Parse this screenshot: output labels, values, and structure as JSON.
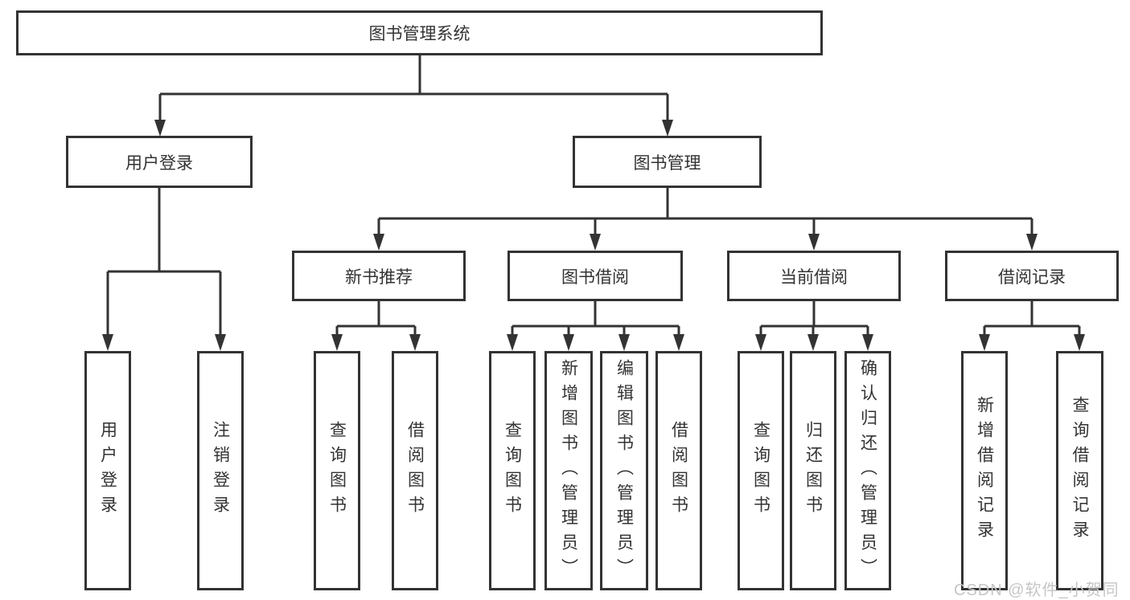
{
  "nodes": {
    "root": "图书管理系统",
    "user_login": "用户登录",
    "book_management": "图书管理",
    "new_book_recommend": "新书推荐",
    "book_borrow": "图书借阅",
    "current_borrow": "当前借阅",
    "borrow_record": "借阅记录",
    "ul_user_login": "用户登录",
    "ul_logout": "注销登录",
    "nb_query_book": "查询图书",
    "nb_borrow_book": "借阅图书",
    "bb_query_book": "查询图书",
    "bb_add_book": "新增图书（管理员）",
    "bb_edit_book": "编辑图书（管理员）",
    "bb_borrow_book": "借阅图书",
    "cb_query_book": "查询图书",
    "cb_return_book": "归还图书",
    "cb_confirm_return": "确认归还（管理员）",
    "br_add_record": "新增借阅记录",
    "br_query_record": "查询借阅记录"
  },
  "hierarchy": {
    "图书管理系统": {
      "用户登录": [
        "用户登录",
        "注销登录"
      ],
      "图书管理": {
        "新书推荐": [
          "查询图书",
          "借阅图书"
        ],
        "图书借阅": [
          "查询图书",
          "新增图书（管理员）",
          "编辑图书（管理员）",
          "借阅图书"
        ],
        "当前借阅": [
          "查询图书",
          "归还图书",
          "确认归还（管理员）"
        ],
        "借阅记录": [
          "新增借阅记录",
          "查询借阅记录"
        ]
      }
    }
  },
  "watermark": "CSDN @软件_小贺同学",
  "colors": {
    "line": "#333333",
    "text": "#333333",
    "watermark": "#c6c6c6",
    "background": "#ffffff"
  }
}
